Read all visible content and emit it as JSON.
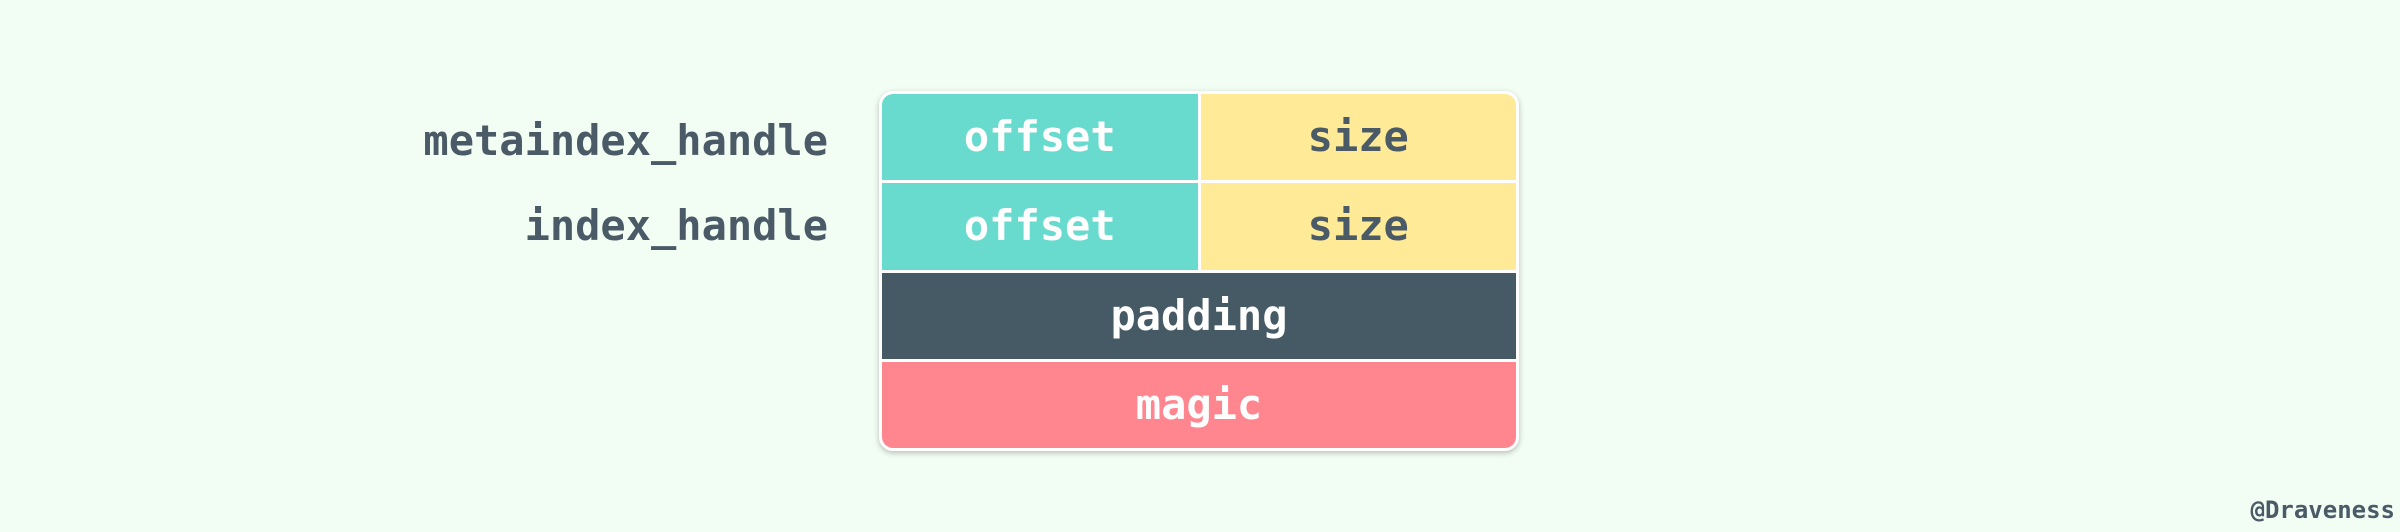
{
  "labels": {
    "metaindex_handle": "metaindex_handle",
    "index_handle": "index_handle"
  },
  "cells": {
    "row1_offset": "offset",
    "row1_size": "size",
    "row2_offset": "offset",
    "row2_size": "size",
    "padding": "padding",
    "magic": "magic"
  },
  "credit": "@Draveness",
  "colors": {
    "background": "#f2fdf4",
    "offset": "#68dbce",
    "size": "#ffea98",
    "padding": "#465a66",
    "magic": "#ff868f",
    "text_dark": "#4a5a66"
  }
}
